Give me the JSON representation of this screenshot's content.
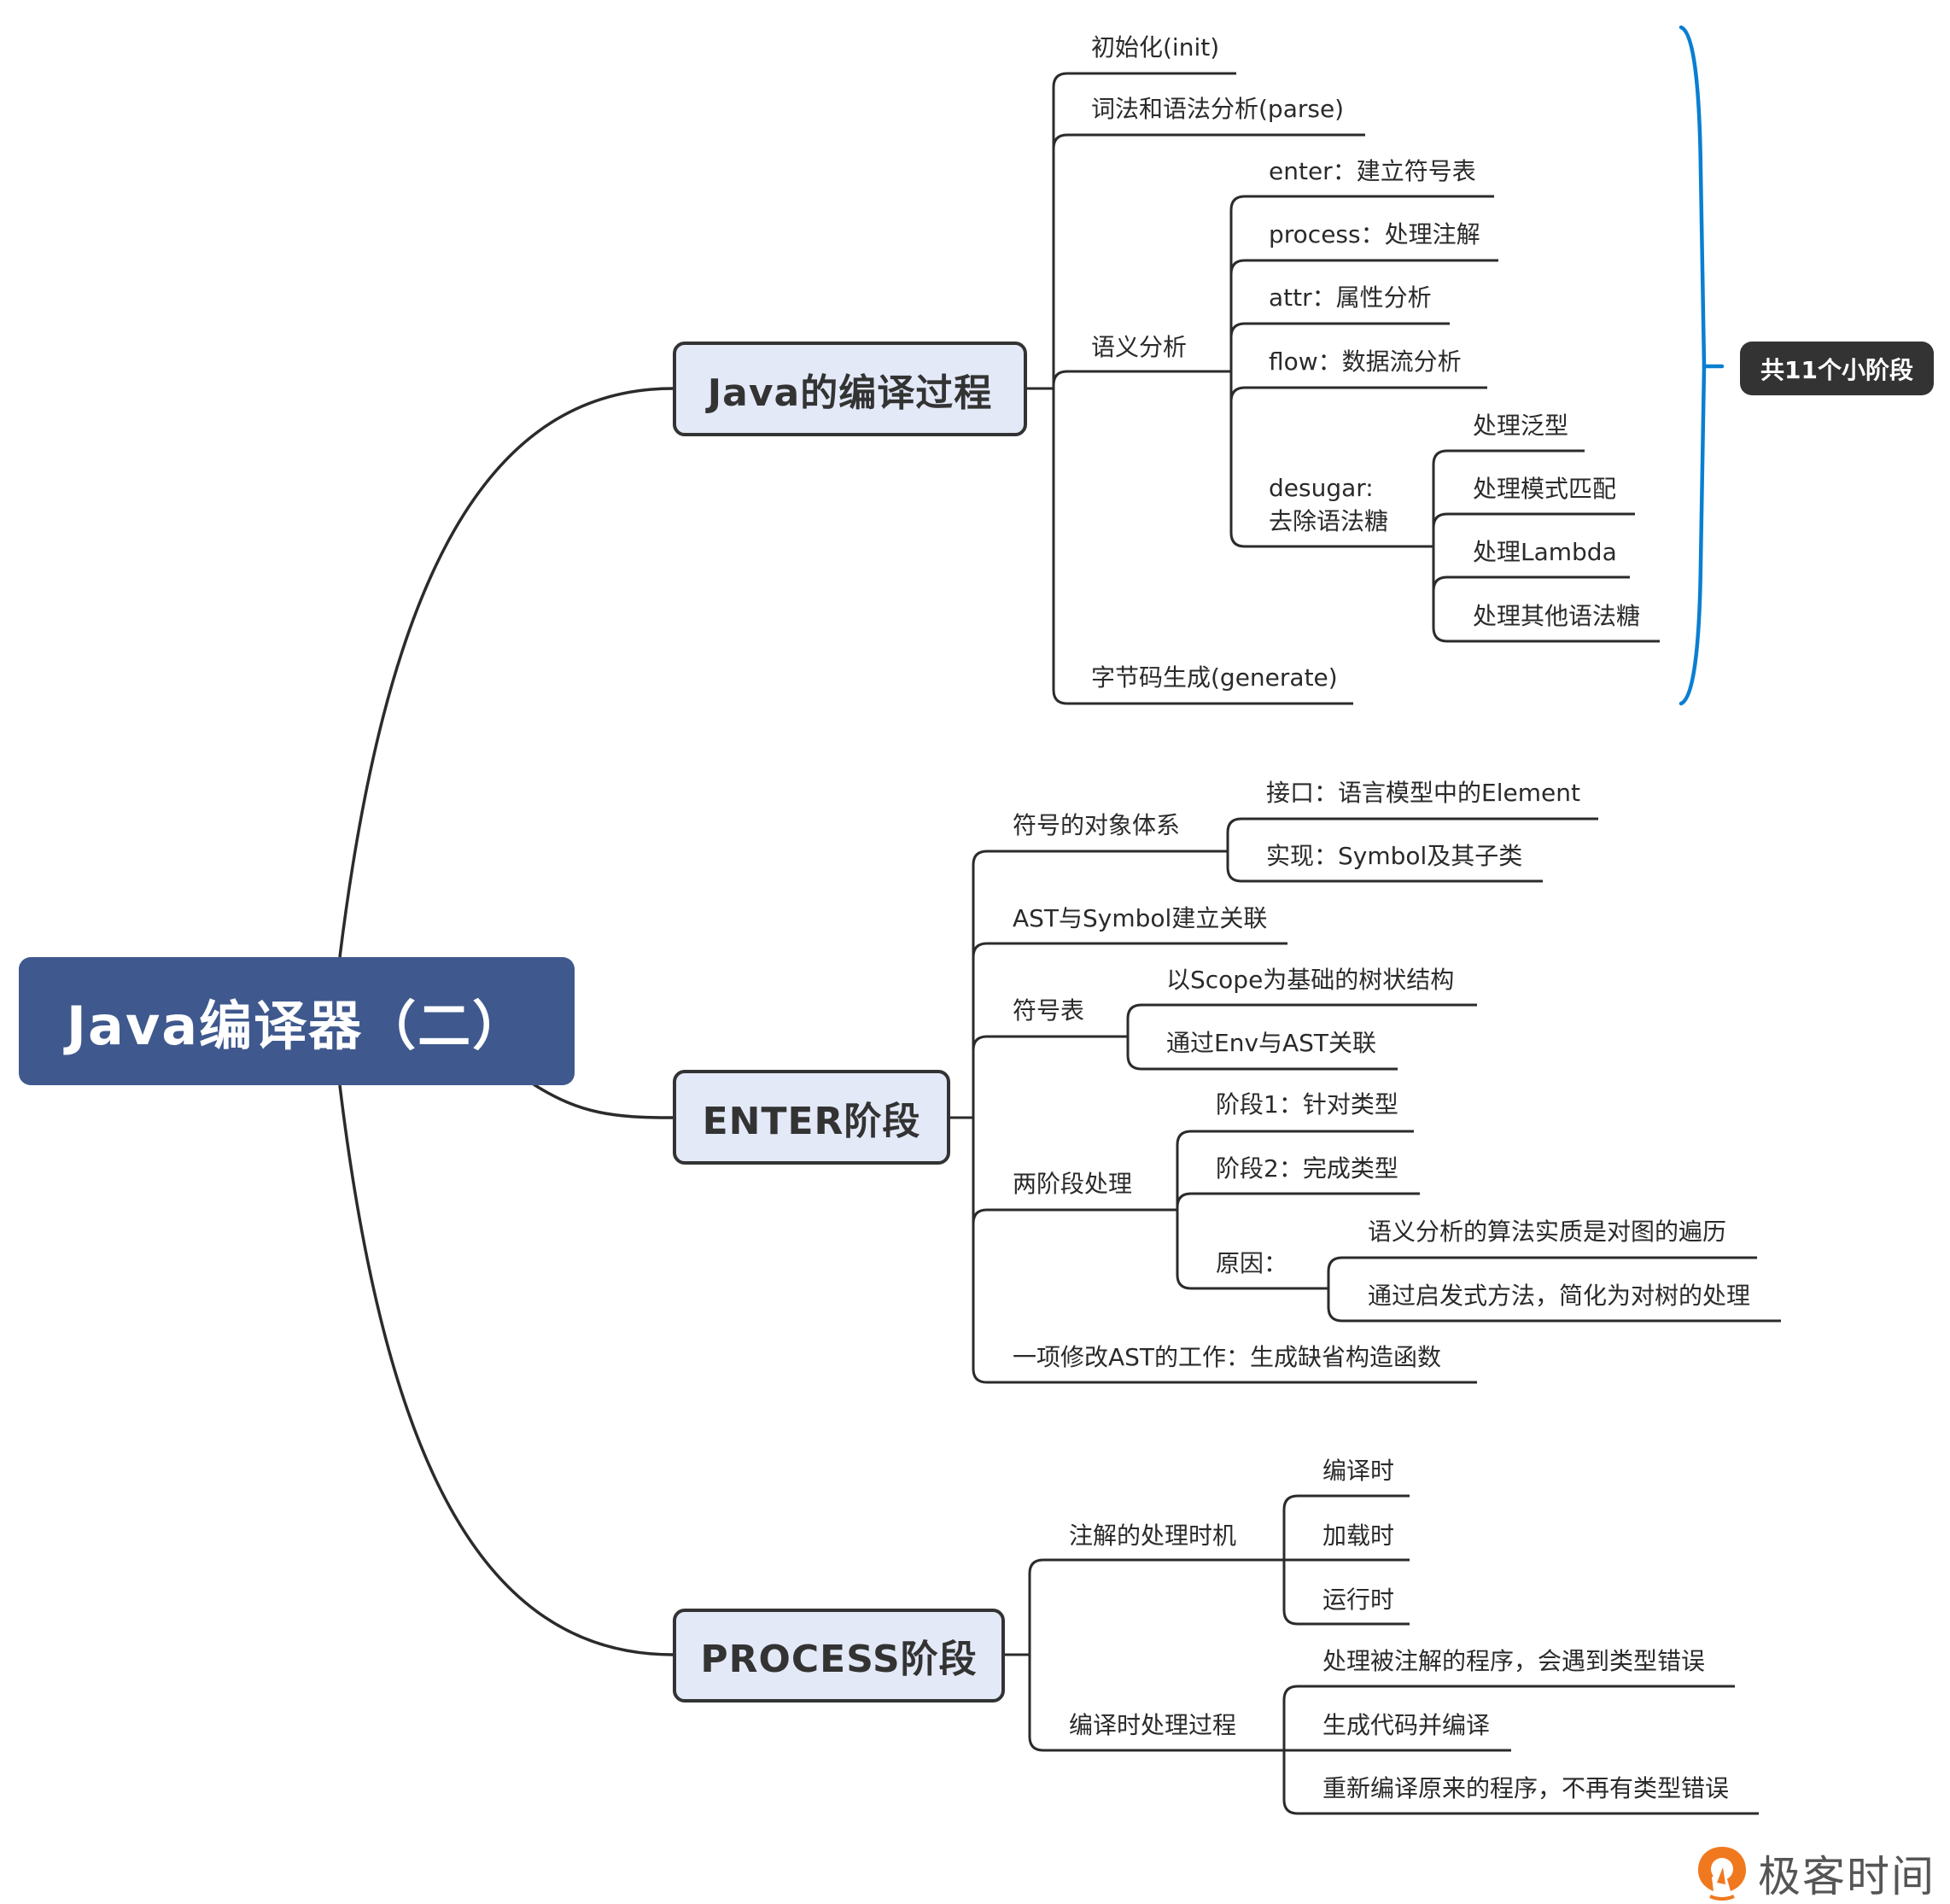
{
  "root": {
    "label": "Java编译器（二）"
  },
  "branches": {
    "compile": {
      "label": "Java的编译过程",
      "items": {
        "init": "初始化(init)",
        "parse": "词法和语法分析(parse)",
        "semantic": {
          "label": "语义分析",
          "items": {
            "enter": "enter：建立符号表",
            "process": "process：处理注解",
            "attr": "attr：属性分析",
            "flow": "flow：数据流分析",
            "desugar": {
              "label_line1": "desugar:",
              "label_line2": "去除语法糖",
              "items": [
                "处理泛型",
                "处理模式匹配",
                "处理Lambda",
                "处理其他语法糖"
              ]
            }
          }
        },
        "generate": "字节码生成(generate)"
      },
      "summary": {
        "label": "共11个小阶段",
        "brace_color": "#0a7fd1"
      }
    },
    "enter": {
      "label": "ENTER阶段",
      "items": {
        "symbol_system": {
          "label": "符号的对象体系",
          "items": [
            "接口：语言模型中的Element",
            "实现：Symbol及其子类"
          ]
        },
        "ast_symbol": "AST与Symbol建立关联",
        "symbol_table": {
          "label": "符号表",
          "items": [
            "以Scope为基础的树状结构",
            "通过Env与AST关联"
          ]
        },
        "two_phase": {
          "label": "两阶段处理",
          "items": [
            "阶段1：针对类型",
            "阶段2：完成类型"
          ],
          "reason": {
            "label": "原因：",
            "items": [
              "语义分析的算法实质是对图的遍历",
              "通过启发式方法，简化为对树的处理"
            ]
          }
        },
        "modify_ast": "一项修改AST的工作：生成缺省构造函数"
      }
    },
    "process": {
      "label": "PROCESS阶段",
      "items": {
        "timing": {
          "label": "注解的处理时机",
          "items": [
            "编译时",
            "加载时",
            "运行时"
          ]
        },
        "compile_time": {
          "label": "编译时处理过程",
          "items": [
            "处理被注解的程序，会遇到类型错误",
            "生成代码并编译",
            "重新编译原来的程序，不再有类型错误"
          ]
        }
      }
    }
  },
  "logo": {
    "text": "极客时间",
    "icon": "geektime-logo-icon",
    "color": "#f0781e"
  },
  "colors": {
    "root_fill": "#3f598e",
    "node_fill": "#e3e9f7",
    "line": "#2b2b2b",
    "summary_fill": "#333333"
  }
}
